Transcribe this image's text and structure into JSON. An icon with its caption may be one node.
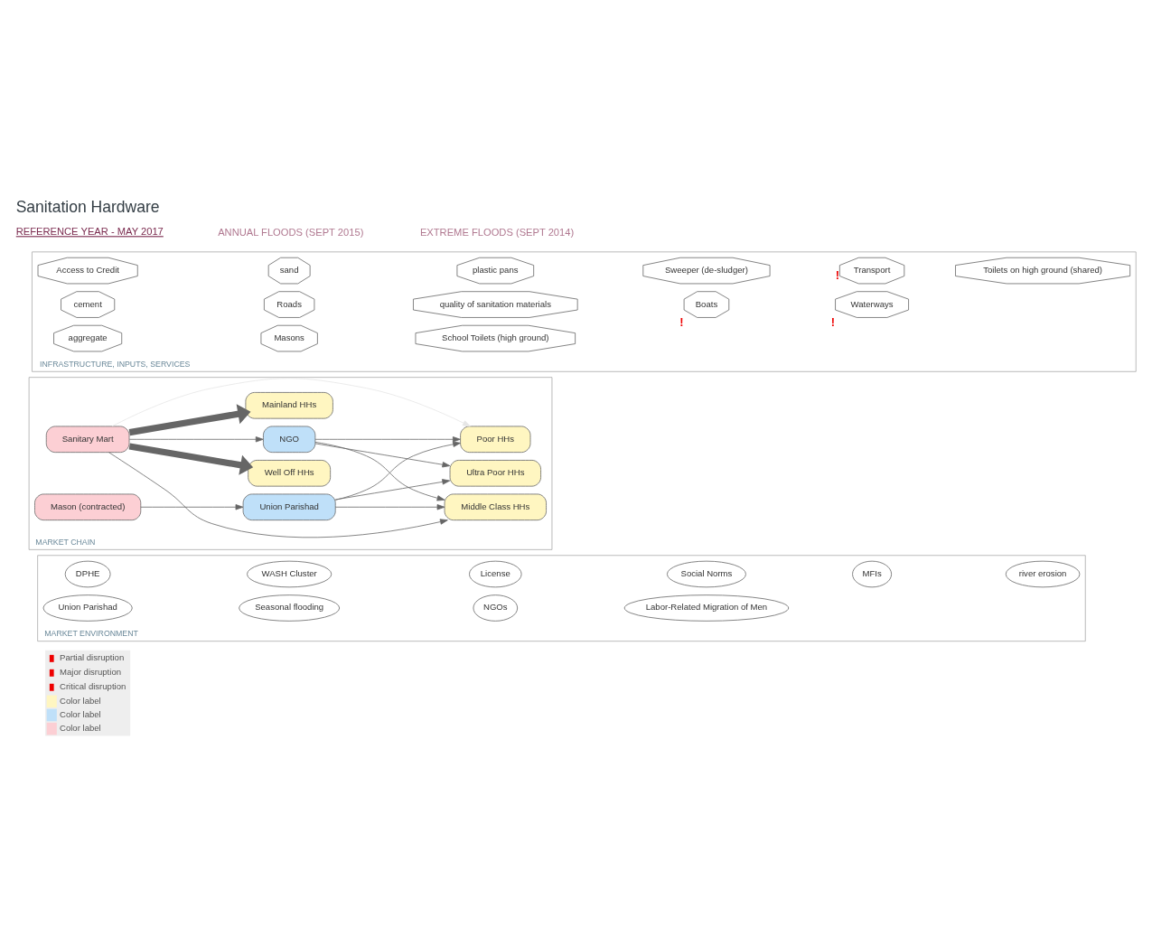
{
  "diagram": {
    "title": "Sanitation Hardware",
    "nodes": [
      {
        "text": [
          "MARKET ENVIRONMENT"
        ]
      },
      {
        "text": [
          "DPHE"
        ],
        "in": 0
      },
      {
        "text": [
          "WASH Cluster"
        ],
        "in": 0
      },
      {
        "text": [
          "License"
        ],
        "in": 0
      },
      {
        "text": [
          "Social Norms"
        ],
        "in": 0
      },
      {
        "text": [
          "MFIs"
        ],
        "in": 0
      },
      {
        "text": [
          "river erosion"
        ],
        "in": 0
      },
      {
        "text": [
          "Union Parishad"
        ],
        "in": 0
      },
      {
        "text": [
          "Seasonal flooding"
        ],
        "in": 0
      },
      {
        "text": [
          "NGOs"
        ],
        "in": 0
      },
      {
        "text": [
          "Labor-Related Migration of Men"
        ],
        "in": 0
      },
      {
        "text": [
          "MARKET CHAIN"
        ]
      },
      {
        "text": [
          "Sanitary Mart"
        ],
        "in": 11
      },
      {
        "text": [
          "Mainland HHs"
        ],
        "in": 11
      },
      {
        "text": [
          "Well Off HHs"
        ],
        "in": 11
      },
      {
        "text": [
          "NGO"
        ],
        "in": 11
      },
      {
        "text": [
          "Middle Class HHs"
        ],
        "in": 11
      },
      {
        "text": [
          "Mason (contracted)"
        ],
        "in": 11
      },
      {
        "text": [
          "Union Parishad"
        ],
        "in": 11
      },
      {
        "text": [
          "Poor HHs"
        ],
        "in": 11
      },
      {
        "text": [
          "Ultra Poor HHs"
        ],
        "in": 11
      },
      {
        "text": [
          "INFRASTRUCTURE, INPUTS, SERVICES"
        ]
      },
      {
        "text": [
          "Access to Credit"
        ],
        "in": 21
      },
      {
        "text": [
          "sand"
        ],
        "in": 21
      },
      {
        "text": [
          "plastic pans"
        ],
        "in": 21
      },
      {
        "text": [
          "Sweeper (de-sludger)"
        ],
        "in": 21
      },
      {
        "text": [
          "Transport"
        ],
        "beside": [
          "!"
        ],
        "in": 21
      },
      {
        "text": [
          "Toilets on high ground (shared)"
        ],
        "in": 21
      },
      {
        "text": [
          "cement"
        ],
        "in": 21
      },
      {
        "text": [
          "Roads"
        ],
        "in": 21
      },
      {
        "text": [
          "quality of sanitation materials"
        ],
        "in": 21
      },
      {
        "text": [
          "Boats"
        ],
        "beside": [
          "!"
        ],
        "in": 21
      },
      {
        "text": [
          "Waterways"
        ],
        "beside": [
          "!"
        ],
        "in": 21
      },
      {
        "text": [
          "aggregate"
        ],
        "in": 21
      },
      {
        "text": [
          "Masons"
        ],
        "in": 21
      },
      {
        "text": [
          "School Toilets (high ground)"
        ],
        "in": 21
      }
    ],
    "edges": [
      {
        "from": 12,
        "to": 13,
        "arrow": "to",
        "style": "thick"
      },
      {
        "from": 12,
        "to": 14,
        "arrow": "to",
        "style": "thick"
      },
      {
        "from": 12,
        "to": 16,
        "arrow": "to"
      },
      {
        "from": 12,
        "to": 15,
        "arrow": "to"
      },
      {
        "from": 12,
        "to": 19,
        "arrow": "to",
        "color": "#e6e6e6"
      },
      {
        "from": 15,
        "to": 16,
        "arrow": "to"
      },
      {
        "from": 15,
        "to": 19,
        "arrow": "to"
      },
      {
        "from": 15,
        "to": 20,
        "arrow": "to"
      },
      {
        "from": 17,
        "to": 18,
        "arrow": "to"
      },
      {
        "from": 18,
        "to": 16,
        "arrow": "to"
      },
      {
        "from": 18,
        "to": 19,
        "arrow": "to"
      },
      {
        "from": 18,
        "to": 20,
        "arrow": "to"
      }
    ],
    "labels": [
      "REFERENCE YEAR - MAY 2017",
      "ANNUAL FLOODS (SEPT 2015)",
      "EXTREME FLOODS (SEPT 2014)"
    ],
    "legend": [
      {
        "text": "Partial disruption"
      },
      {
        "text": "Major disruption"
      },
      {
        "text": "Critical disruption"
      },
      {
        "text": "Color label",
        "color": "#fff6c1"
      },
      {
        "text": "Color label",
        "color": "#bfe0f9"
      },
      {
        "text": "Color label",
        "color": "#fccfd4"
      }
    ]
  }
}
